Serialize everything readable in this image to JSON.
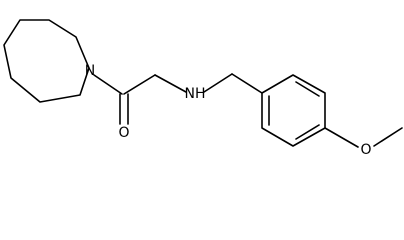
{
  "molecule": {
    "atoms": {
      "ring_nitrogen": "N",
      "carbonyl_oxygen": "O",
      "amine_nh": "NH",
      "methoxy_oxygen": "O"
    }
  }
}
